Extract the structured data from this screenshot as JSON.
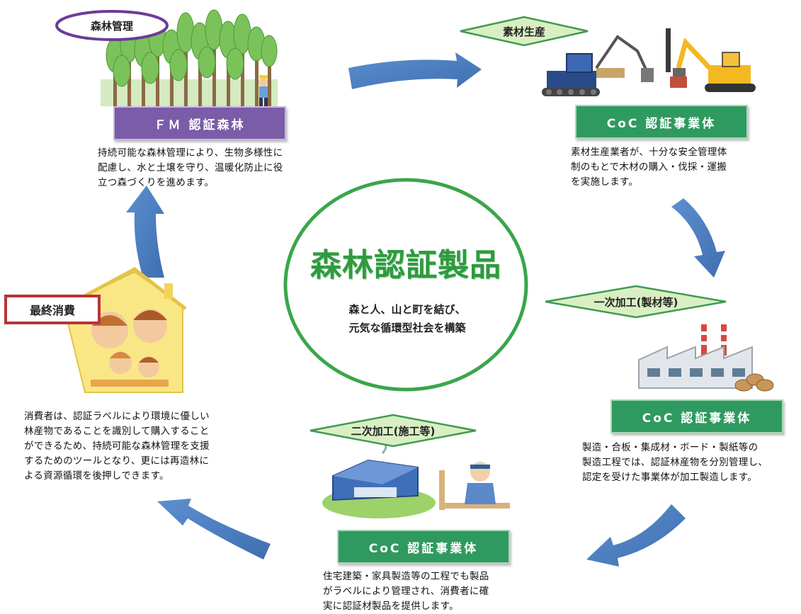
{
  "center": {
    "title": "森林認証製品",
    "subtitle_lines": [
      "森と人、山と町を結び、",
      "元気な循環型社会を構築"
    ]
  },
  "nodes": {
    "forest_management": {
      "tag": "森林管理",
      "box_label": "ＦＭ 認証森林",
      "desc_lines": [
        "持続可能な森林管理により、生物多様性に",
        "配慮し、水と土壌を守り、温暖化防止に役",
        "立つ森づくりを進めます。"
      ]
    },
    "material_production": {
      "tag": "素材生産",
      "box_label": "CoC 認証事業体",
      "desc_lines": [
        "素材生産業者が、十分な安全管理体",
        "制のもとで木材の購入・伐採・運搬",
        "を実施します。"
      ]
    },
    "primary_processing": {
      "tag": "一次加工(製材等)",
      "box_label": "CoC 認証事業体",
      "desc_lines": [
        "製造・合板・集成材・ボード・製紙等の",
        "製造工程では、認証林産物を分別管理し、",
        "認定を受けた事業体が加工製造します。"
      ]
    },
    "secondary_processing": {
      "tag": "二次加工(施工等)",
      "box_label": "CoC 認証事業体",
      "desc_lines": [
        "住宅建築・家具製造等の工程でも製品",
        "がラベルにより管理され、消費者に確",
        "実に認証材製品を提供します。"
      ]
    },
    "final_consumption": {
      "tag": "最終消費",
      "desc_lines": [
        "消費者は、認証ラベルにより環境に優しい",
        "林産物であることを識別して購入すること",
        "ができるため、持続可能な森林管理を支援",
        "するためのツールとなり、更には再造林に",
        "よる資源循環を後押しできます。"
      ]
    }
  },
  "colors": {
    "fm_purple": "#7b5ca8",
    "coc_green": "#2f9a5f",
    "tag_diamond_fill": "#d9efc3",
    "tag_diamond_stroke": "#3f9a4f",
    "center_circle_stroke": "#3aa64a",
    "arrow_blue": "#4f7fc0",
    "consumption_red": "#b8333a"
  }
}
